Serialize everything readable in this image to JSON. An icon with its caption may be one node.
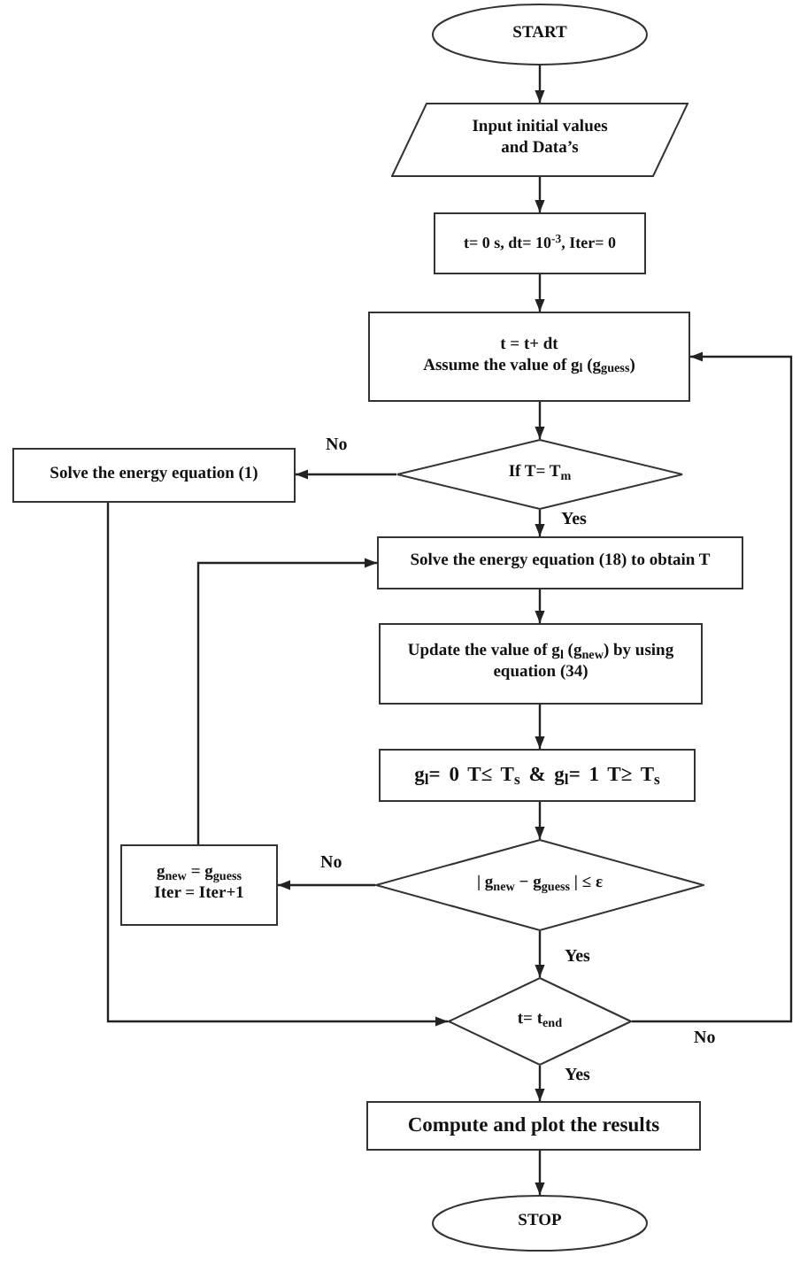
{
  "diagram": {
    "nodes": [
      {
        "text": [
          "START"
        ]
      },
      {
        "text": [
          "Input initial values and Data’s"
        ]
      },
      {
        "text": [
          "t= 0 s, dt= 10$^{-3}$, Iter= 0"
        ]
      },
      {
        "text": [
          "t = t+ dt",
          "Assume the value of g$_{l}$ (g$_{guess}$)"
        ]
      },
      {
        "text": [
          "If T= T$_{m}$"
        ]
      },
      {
        "text": [
          "Solve the energy equation (1)"
        ]
      },
      {
        "text": [
          "Solve the energy equation (18) to obtain T"
        ]
      },
      {
        "text": [
          "Update the value of g$_{l}$ (g$_{new}$) by using equation (34)"
        ]
      },
      {
        "text": [
          "g$_{l}$= 0 T≤ T$_{s}$ & g$_{l}$= 1 T≥ T$_{s}$"
        ]
      },
      {
        "text": [
          "| g$_{new}$ − g$_{guess}$ | ≤ ε"
        ]
      },
      {
        "text": [
          "g$_{new}$ = g$_{guess}$",
          "Iter = Iter+1"
        ]
      },
      {
        "text": [
          "t= t$_{end}$"
        ]
      },
      {
        "text": [
          "Compute and plot the results"
        ]
      },
      {
        "text": [
          "STOP"
        ]
      }
    ],
    "edges": [
      {
        "from": 0,
        "to": 1,
        "arrow": "to"
      },
      {
        "from": 1,
        "to": 2,
        "arrow": "to"
      },
      {
        "from": 2,
        "to": 3,
        "arrow": "to"
      },
      {
        "from": 3,
        "to": 4,
        "arrow": "to"
      },
      {
        "from": 4,
        "to": 5,
        "arrow": "to",
        "label": "No"
      },
      {
        "from": 4,
        "to": 6,
        "arrow": "to",
        "label": "Yes"
      },
      {
        "from": 6,
        "to": 7,
        "arrow": "to"
      },
      {
        "from": 7,
        "to": 8,
        "arrow": "to"
      },
      {
        "from": 8,
        "to": 9,
        "arrow": "to"
      },
      {
        "from": 9,
        "to": 10,
        "arrow": "to",
        "label": "No"
      },
      {
        "from": 9,
        "to": 11,
        "arrow": "to",
        "label": "Yes"
      },
      {
        "from": 10,
        "to": 6,
        "arrow": "to"
      },
      {
        "from": 5,
        "to": 11,
        "arrow": "to"
      },
      {
        "from": 11,
        "to": 12,
        "arrow": "to",
        "label": "Yes"
      },
      {
        "from": 11,
        "to": 3,
        "arrow": "to",
        "label": "No"
      },
      {
        "from": 12,
        "to": 13,
        "arrow": "to"
      }
    ]
  }
}
